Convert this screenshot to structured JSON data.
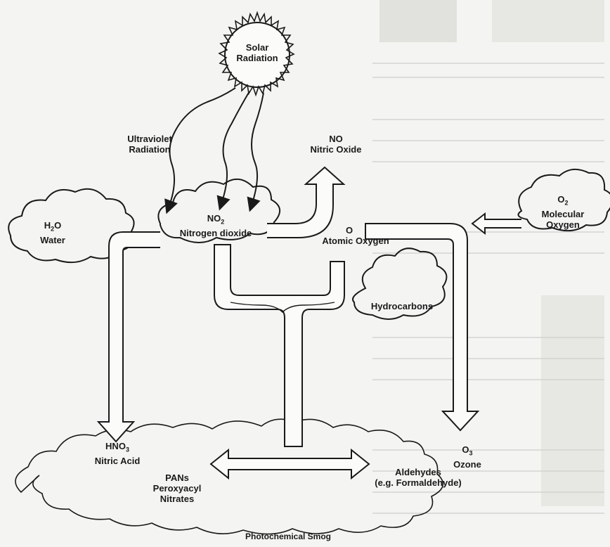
{
  "labels": {
    "solar_radiation_1": "Solar",
    "solar_radiation_2": "Radiation",
    "ultraviolet_1": "Ultraviolet",
    "ultraviolet_2": "Radiation",
    "no_formula": "NO",
    "no_name": "Nitric Oxide",
    "water_formula_a": "H",
    "water_formula_sub": "2",
    "water_formula_b": "O",
    "water_name": "Water",
    "no2_formula_a": "NO",
    "no2_formula_sub": "2",
    "no2_name": "Nitrogen dioxide",
    "o_formula": "O",
    "o_name": "Atomic Oxygen",
    "o2_formula_a": "O",
    "o2_formula_sub": "2",
    "o2_name_1": "Molecular",
    "o2_name_2": "Oxygen",
    "hydrocarbons": "Hydrocarbons",
    "hno3_formula_a": "HNO",
    "hno3_formula_sub": "3",
    "hno3_name": "Nitric Acid",
    "pans_1": "PANs",
    "pans_2": "Peroxyacyl",
    "pans_3": "Nitrates",
    "aldehydes_1": "Aldehydes",
    "aldehydes_2": "(e.g. Formaldehyde)",
    "ozone_formula_a": "O",
    "ozone_formula_sub": "3",
    "ozone_name": "Ozone",
    "smog": "Photochemical Smog"
  },
  "colors": {
    "ink": "#1a1a1a",
    "paper": "#f4f4f2",
    "bg_text": "#b9b9b6"
  }
}
